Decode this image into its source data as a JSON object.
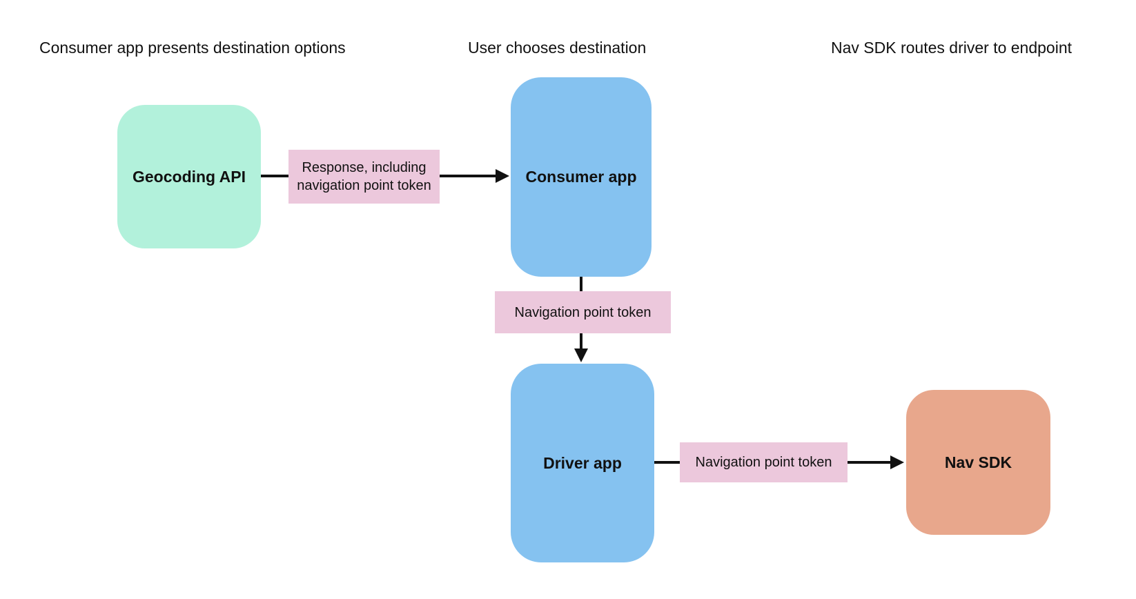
{
  "diagram": {
    "steps": [
      {
        "label": "Consumer app presents destination options"
      },
      {
        "label": "User chooses destination"
      },
      {
        "label": "Nav SDK routes driver to endpoint"
      }
    ],
    "nodes": [
      {
        "id": "geocoding-api",
        "label": "Geocoding API",
        "color": "#b2f1db"
      },
      {
        "id": "consumer-app",
        "label": "Consumer app",
        "color": "#85c2f0"
      },
      {
        "id": "driver-app",
        "label": "Driver app",
        "color": "#85c2f0"
      },
      {
        "id": "nav-sdk",
        "label": "Nav SDK",
        "color": "#e8a78c"
      }
    ],
    "edges": [
      {
        "from": "Geocoding API",
        "to": "Consumer app",
        "label": "Response, including navigation point token",
        "label_color": "#ecc8dc"
      },
      {
        "from": "Consumer app",
        "to": "Driver app",
        "label": "Navigation point token",
        "label_color": "#ecc8dc"
      },
      {
        "from": "Driver app",
        "to": "Nav SDK",
        "label": "Navigation point token",
        "label_color": "#ecc8dc"
      }
    ],
    "colors": {
      "background": "#ffffff",
      "line": "#111111",
      "text": "#111111"
    }
  }
}
